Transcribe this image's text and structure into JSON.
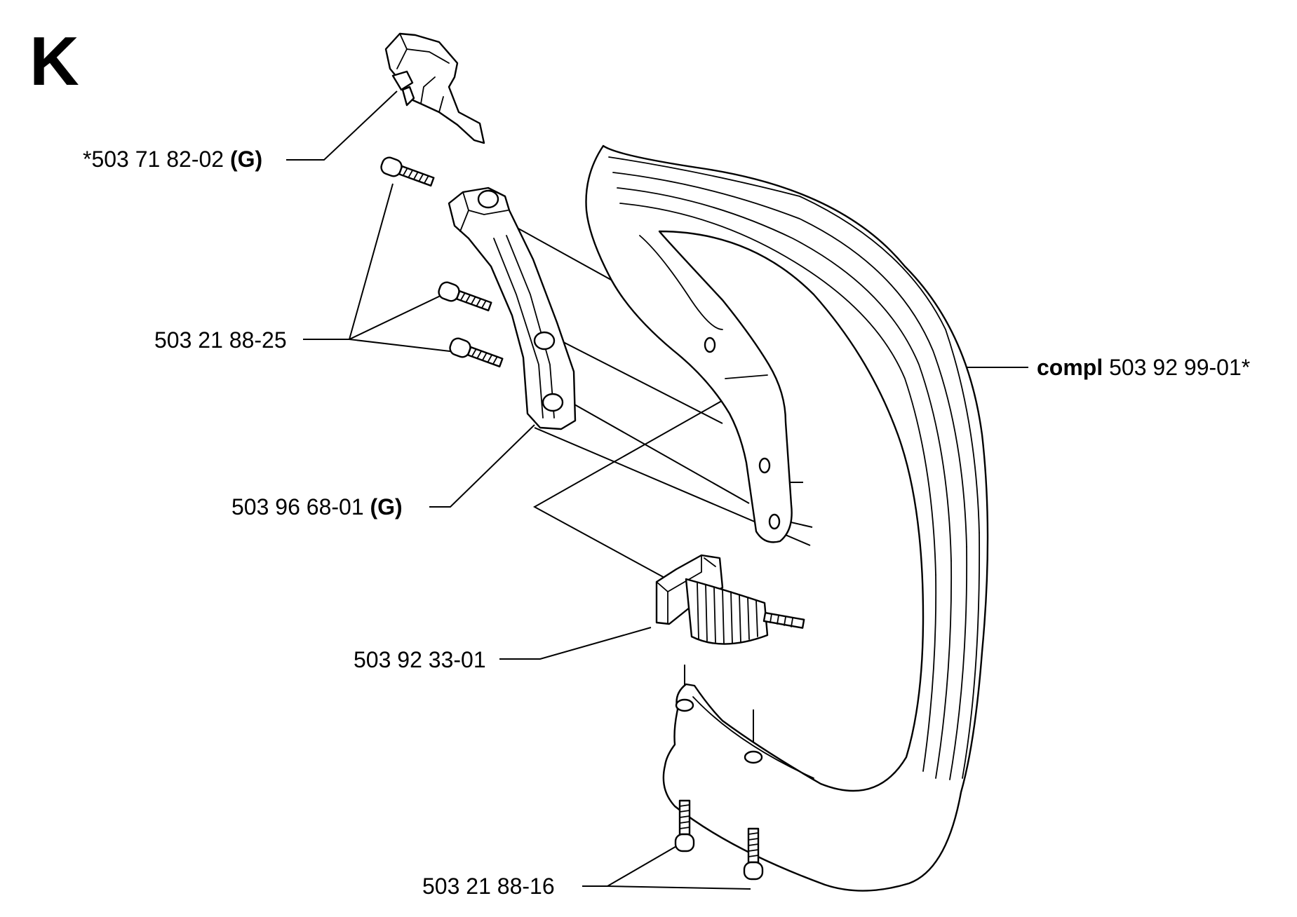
{
  "section": {
    "letter": "K"
  },
  "parts": {
    "throttle_trigger": {
      "prefix": "*",
      "number": "503 71 82-02",
      "suffix": "(G)"
    },
    "screws_upper": {
      "number": "503 21 88-25"
    },
    "handle_bracket": {
      "number": "503 96 68-01",
      "suffix": "(G)"
    },
    "vibration_damper": {
      "number": "503 92 33-01"
    },
    "screws_lower": {
      "number": "503 21 88-16"
    },
    "front_handle": {
      "prefix": "compl",
      "number": "503 92 99-01*"
    }
  }
}
